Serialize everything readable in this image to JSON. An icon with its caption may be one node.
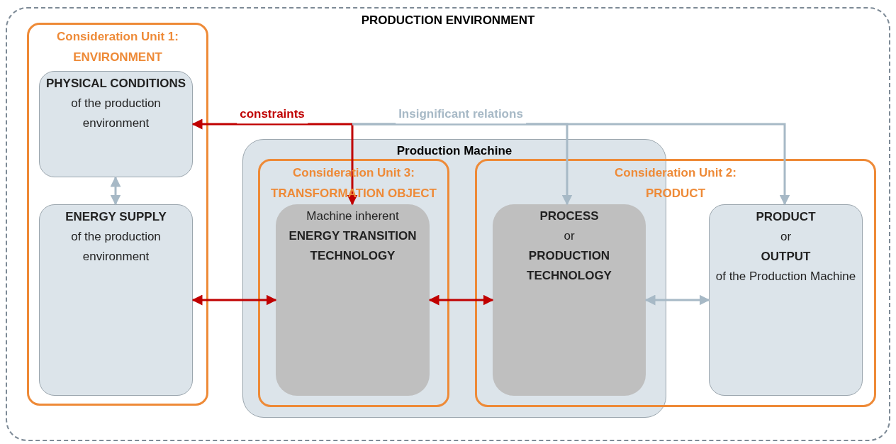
{
  "diagram": {
    "nodes": [
      {
        "text": [
          "PRODUCTION ENVIRONMENT"
        ]
      },
      {
        "text": [
          "Consideration Unit 1: ENVIRONMENT"
        ],
        "in": 0
      },
      {
        "text": [
          "PHYSICAL CONDITIONS",
          "of the production environment"
        ],
        "in": 1
      },
      {
        "text": [
          "ENERGY SUPPLY",
          "of the production environment"
        ],
        "in": 1
      },
      {
        "text": [
          "Production Machine"
        ],
        "in": 0
      },
      {
        "text": [
          "Consideration Unit 3: TRANSFORMATION OBJECT"
        ],
        "in": 4
      },
      {
        "text": [
          "Machine inherent",
          "ENERGY TRANSITION TECHNOLOGY"
        ],
        "in": 5
      },
      {
        "text": [
          "Consideration Unit 2: PRODUCT"
        ],
        "in": 0
      },
      {
        "text": [
          "PROCESS",
          "or",
          "PRODUCTION TECHNOLOGY"
        ]
      },
      {
        "text": [
          "PRODUCT",
          "or",
          "OUTPUT",
          "of the Production Machine"
        ],
        "in": 7
      }
    ],
    "edges": [
      {
        "from": null,
        "to": 2,
        "arrow": "to",
        "label": "constraints"
      },
      {
        "from": null,
        "to": 6,
        "arrow": "to"
      },
      {
        "from": null,
        "to": 8,
        "arrow": "to",
        "label": "Insignificant relations",
        "color": "#a7b9c6"
      },
      {
        "from": null,
        "to": 9,
        "arrow": "to",
        "color": "#a7b9c6"
      },
      {
        "from": 2,
        "to": 3,
        "arrow": "both",
        "color": "#a7b9c6"
      },
      {
        "from": 3,
        "to": 6,
        "arrow": "both"
      },
      {
        "from": 6,
        "to": 8,
        "arrow": "both"
      },
      {
        "from": 8,
        "to": 9,
        "arrow": "both",
        "color": "#a7b9c6"
      }
    ]
  }
}
